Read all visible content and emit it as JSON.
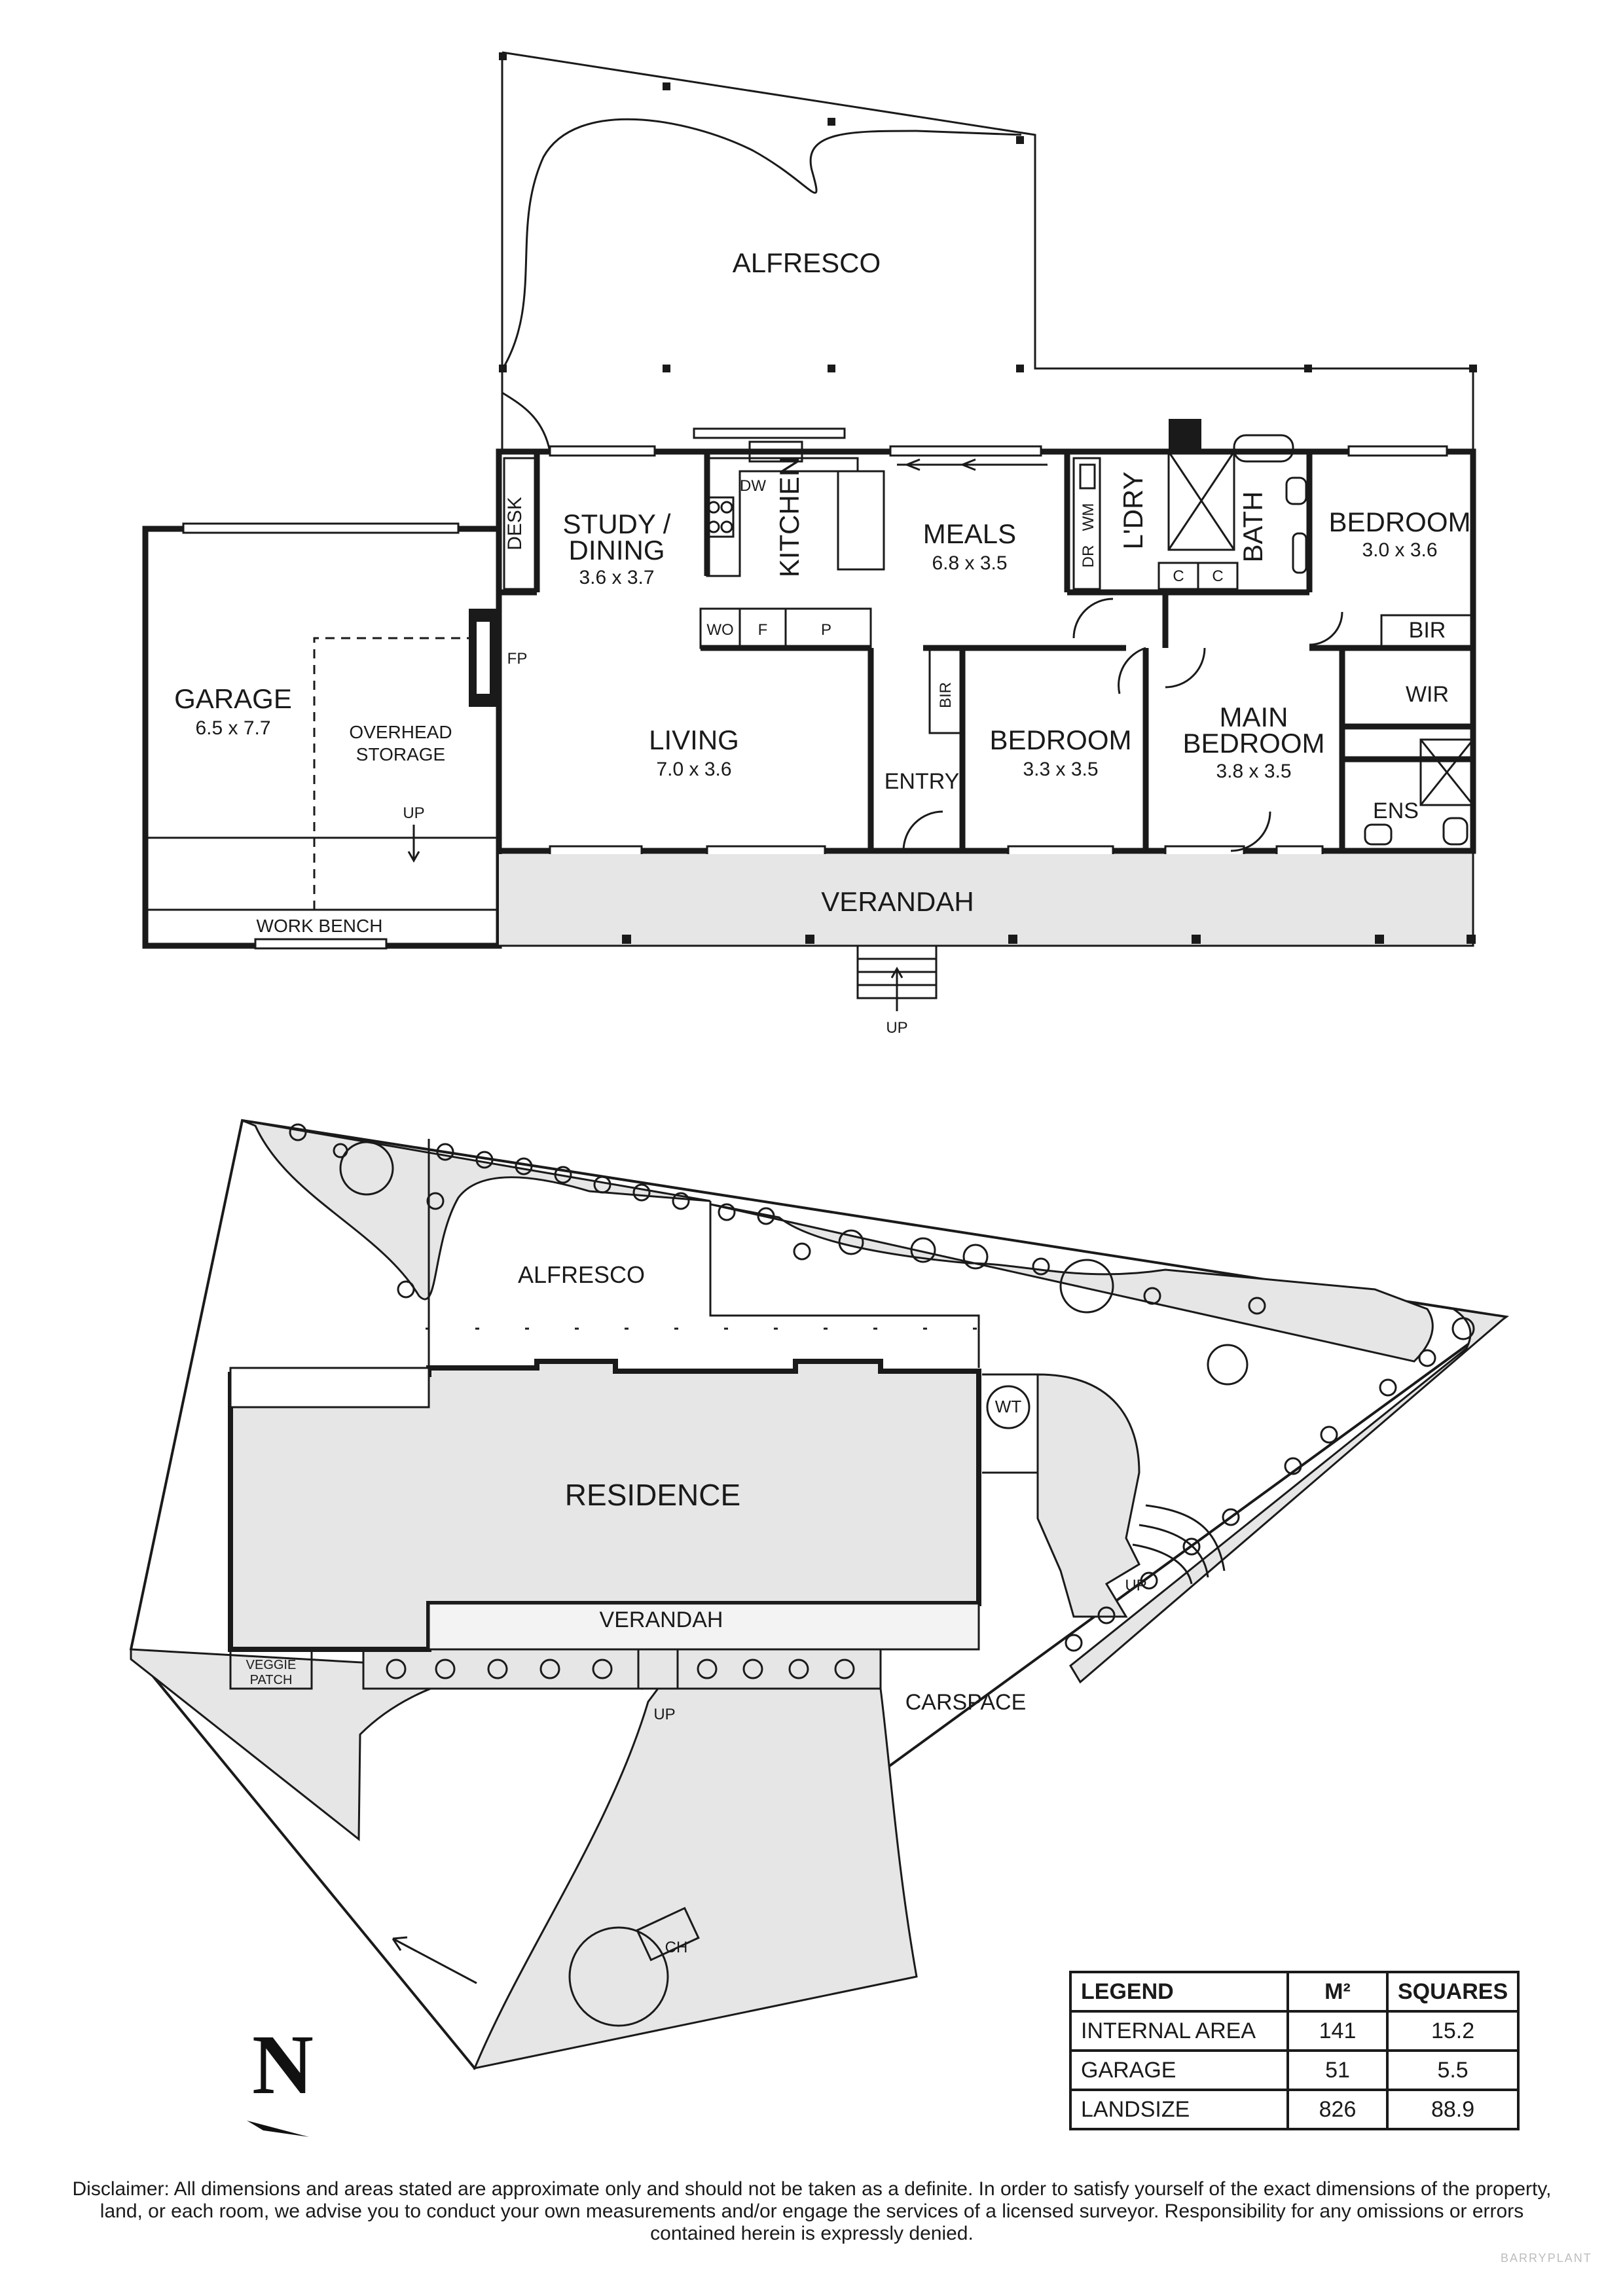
{
  "floorplan": {
    "rooms": {
      "alfresco": "ALFRESCO",
      "study_dining": {
        "line1": "STUDY /",
        "line2": "DINING",
        "dim": "3.6 x 3.7"
      },
      "kitchen": "KITCHEN",
      "meals": {
        "name": "MEALS",
        "dim": "6.8 x 3.5"
      },
      "laundry": "L'DRY",
      "bath": "BATH",
      "bedroom_3": {
        "name": "BEDROOM",
        "dim": "3.0 x 3.6"
      },
      "garage": {
        "name": "GARAGE",
        "dim": "6.5 x 7.7"
      },
      "overhead_storage": {
        "line1": "OVERHEAD",
        "line2": "STORAGE"
      },
      "living": {
        "name": "LIVING",
        "dim": "7.0 x 3.6"
      },
      "bedroom_2": {
        "name": "BEDROOM",
        "dim": "3.3 x 3.5"
      },
      "main_bedroom": {
        "line1": "MAIN",
        "line2": "BEDROOM",
        "dim": "3.8 x 3.5"
      },
      "entry": "ENTRY",
      "verandah": "VERANDAH",
      "ensuite": "ENS"
    },
    "fixtures": {
      "desk": "DESK",
      "fp": "FP",
      "dw": "DW",
      "wo": "WO",
      "f": "F",
      "p": "P",
      "bir": "BIR",
      "bir2": "BIR",
      "wir": "WIR",
      "dr": "DR",
      "wm": "WM",
      "c1": "C",
      "c2": "C",
      "work_bench": "WORK BENCH",
      "up": "UP"
    }
  },
  "siteplan": {
    "alfresco": "ALFRESCO",
    "residence": "RESIDENCE",
    "verandah": "VERANDAH",
    "veggie_line1": "VEGGIE",
    "veggie_line2": "PATCH",
    "wt": "WT",
    "carspace": "CARSPACE",
    "ch": "CH",
    "up": "UP"
  },
  "legend": {
    "headers": [
      "LEGEND",
      "M²",
      "SQUARES"
    ],
    "rows": [
      {
        "label": "INTERNAL AREA",
        "m2": "141",
        "squares": "15.2"
      },
      {
        "label": "GARAGE",
        "m2": "51",
        "squares": "5.5"
      },
      {
        "label": "LANDSIZE",
        "m2": "826",
        "squares": "88.9"
      }
    ]
  },
  "north": "N",
  "disclaimer": "Disclaimer: All dimensions and areas stated are approximate only and should not be taken as a definite. In order to satisfy yourself of the exact dimensions of the property, land, or each room, we advise you to conduct your own measurements and/or engage the services of a licensed surveyor. Responsibility for any omissions or errors contained herein is expressly denied.",
  "watermark": "BARRYPLANT"
}
